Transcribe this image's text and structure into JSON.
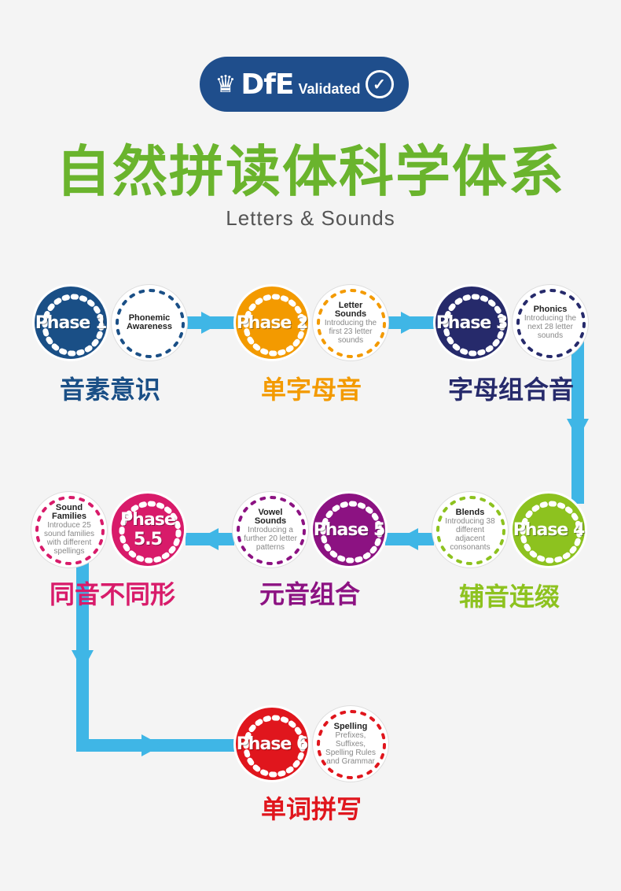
{
  "badge": {
    "crown_icon": "crown-icon",
    "brand": "DfE",
    "validated": "Validated",
    "check_icon": "check-circle-icon"
  },
  "title": "自然拼读体科学体系",
  "subtitle": "Letters & Sounds",
  "colors": {
    "line": "#3fb6e6",
    "title": "#6ab42d",
    "badge": "#1f4e8c"
  },
  "phases": [
    {
      "phase": "Phase 1",
      "heading": "Phonemic Awareness",
      "desc": "",
      "label": "音素意识",
      "color": "#1a4f86"
    },
    {
      "phase": "Phase 2",
      "heading": "Letter Sounds",
      "desc": "Introducing the first 23 letter sounds",
      "label": "单字母音",
      "color": "#f39a00"
    },
    {
      "phase": "Phase 3",
      "heading": "Phonics",
      "desc": "Introducing the next 28 letter sounds",
      "label": "字母组合音",
      "color": "#262a6b"
    },
    {
      "phase": "Phase 4",
      "heading": "Blends",
      "desc": "Introducing 38 different adjacent consonants",
      "label": "辅音连缀",
      "color": "#8dc21f"
    },
    {
      "phase": "Phase 5",
      "heading": "Vowel Sounds",
      "desc": "Introducing a further 20 letter patterns",
      "label": "元音组合",
      "color": "#8c1282"
    },
    {
      "phase": "Phase 5.5",
      "heading": "Sound Families",
      "desc": "Introduce 25 sound families with different spellings",
      "label": "同音不同形",
      "color": "#d81b6a"
    },
    {
      "phase": "Phase 6",
      "heading": "Spelling",
      "desc": "Prefixes, Suffixes, Spelling Rules and Grammar",
      "label": "单词拼写",
      "color": "#e0161d"
    }
  ]
}
